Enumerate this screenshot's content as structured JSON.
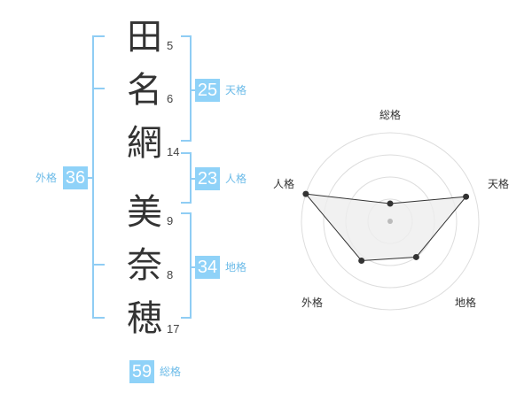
{
  "name": {
    "surname": [
      {
        "char": "田",
        "strokes": "5"
      },
      {
        "char": "名",
        "strokes": "6"
      },
      {
        "char": "網",
        "strokes": "14"
      }
    ],
    "given": [
      {
        "char": "美",
        "strokes": "9"
      },
      {
        "char": "奈",
        "strokes": "8"
      },
      {
        "char": "穂",
        "strokes": "17"
      }
    ]
  },
  "fortunes": {
    "tenkaku": {
      "value": "25",
      "label": "天格"
    },
    "jinkaku": {
      "value": "23",
      "label": "人格"
    },
    "chikaku": {
      "value": "34",
      "label": "地格"
    },
    "gaikaku": {
      "value": "36",
      "label": "外格"
    },
    "soukaku": {
      "value": "59",
      "label": "総格"
    }
  },
  "colors": {
    "accent": "#8fd2f8",
    "bracket": "#8fcdf4",
    "accent_text": "#6cbbe8"
  },
  "chart_data": {
    "type": "radar",
    "axes": [
      "総格",
      "天格",
      "地格",
      "外格",
      "人格"
    ],
    "values": [
      0.2,
      0.9,
      0.5,
      0.55,
      1.0
    ],
    "rings": 4,
    "fill": "#eeeeee",
    "stroke": "#333333"
  }
}
